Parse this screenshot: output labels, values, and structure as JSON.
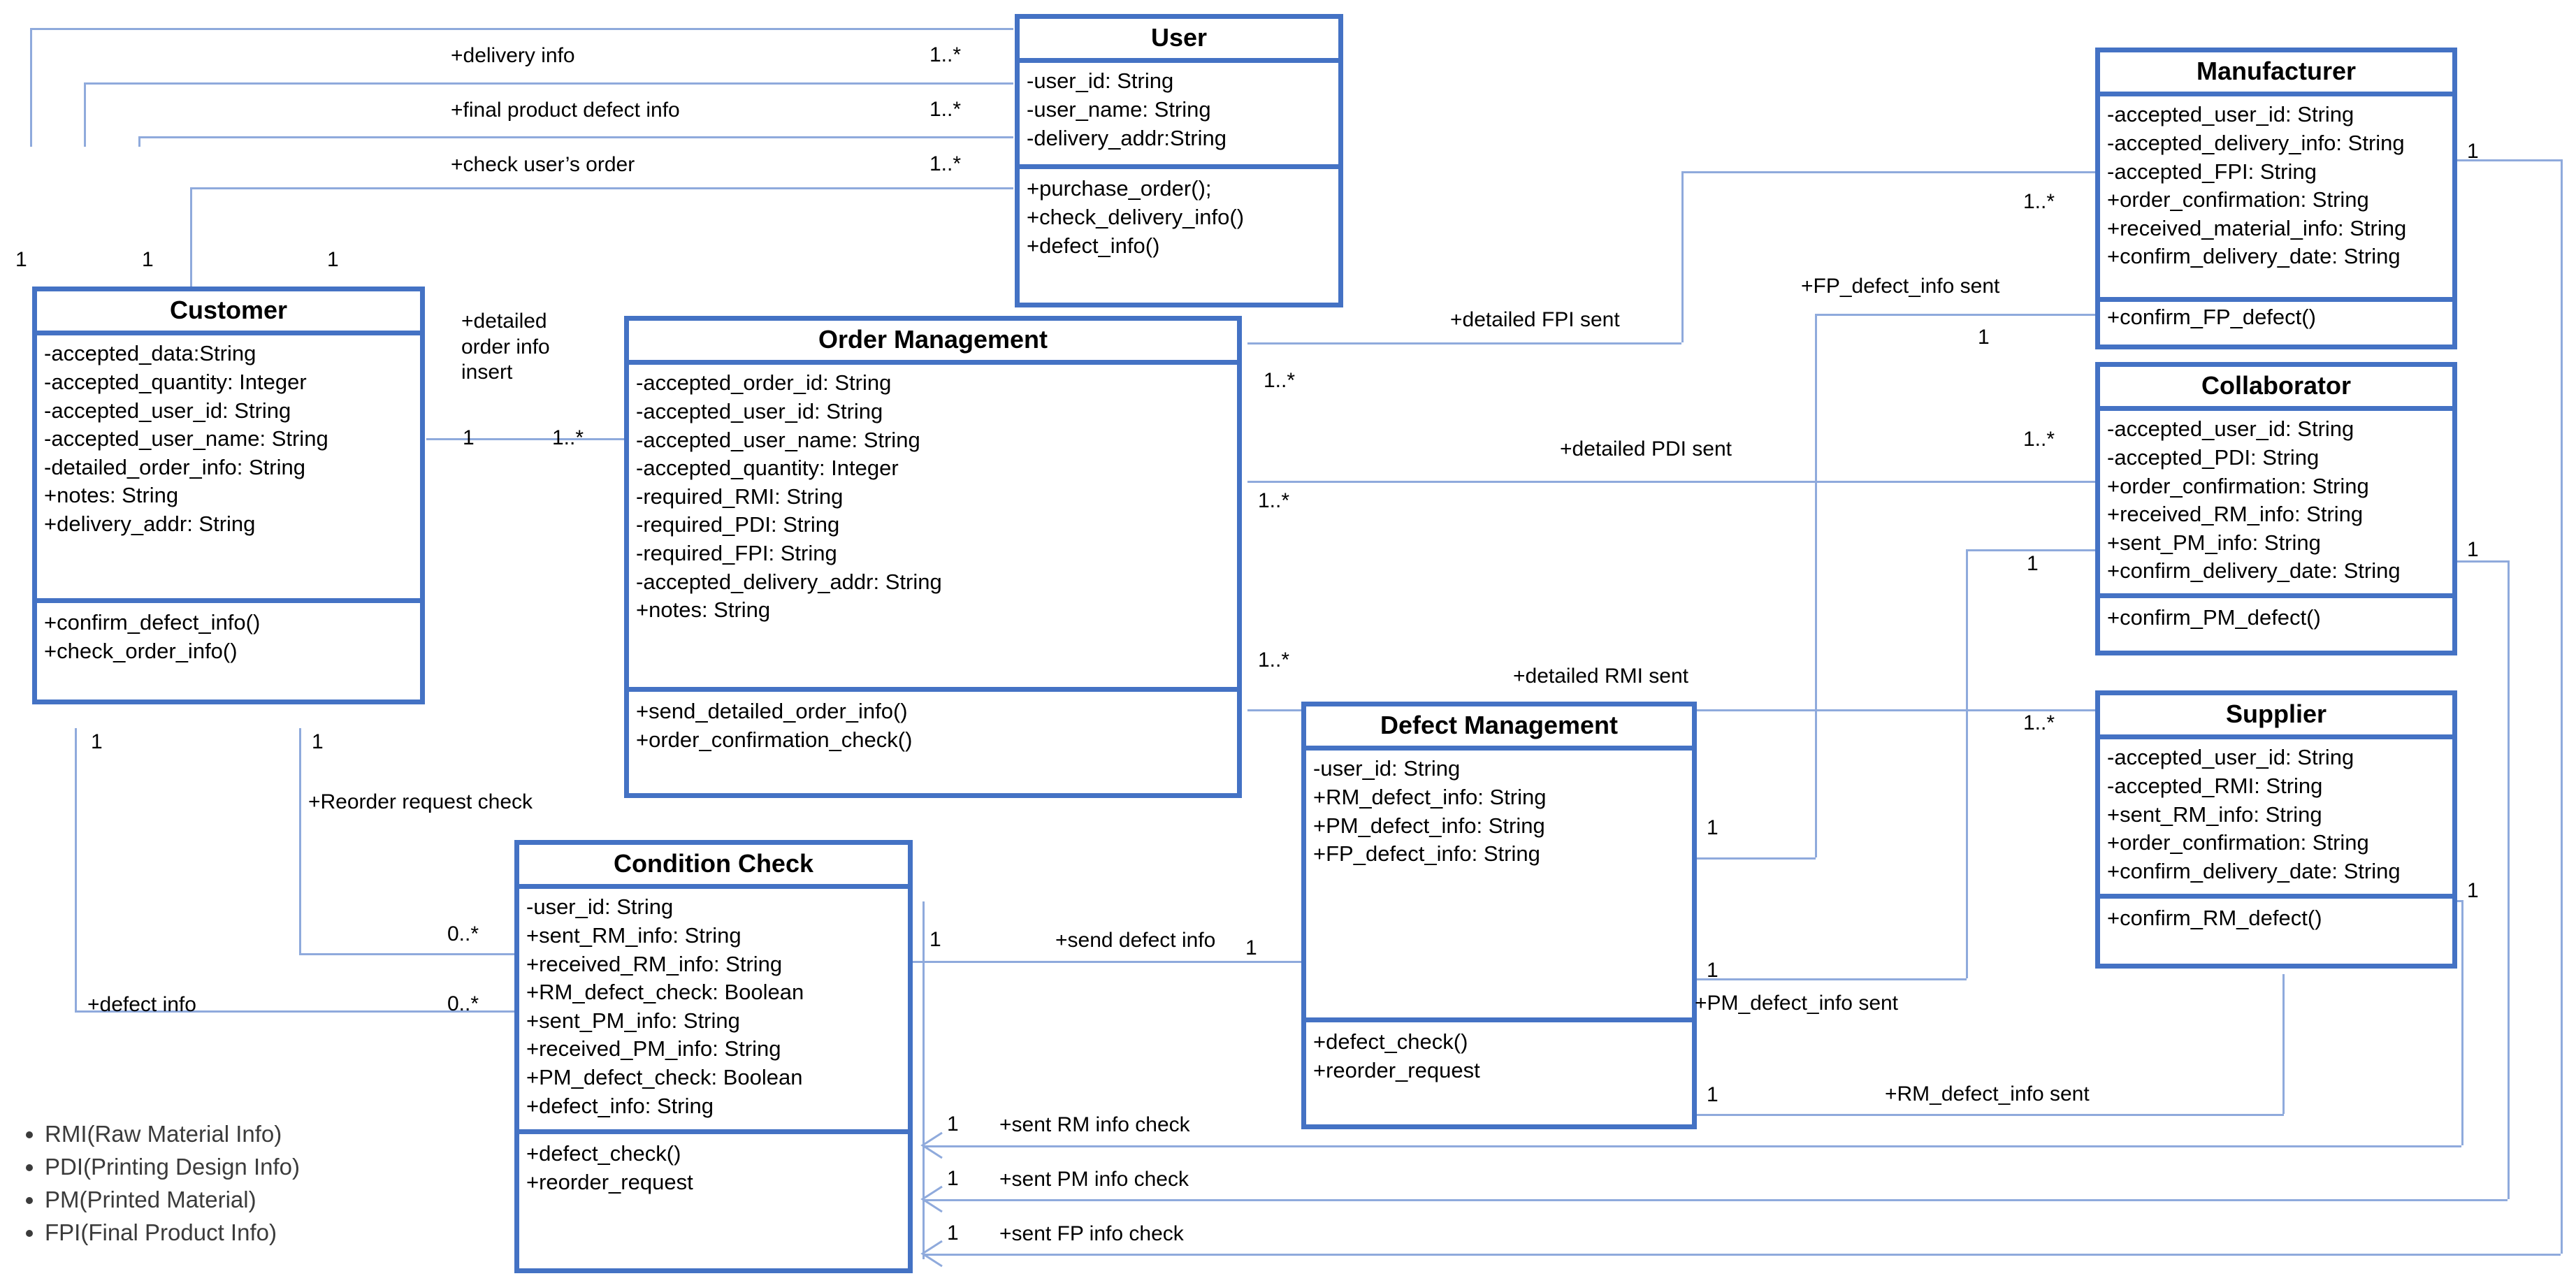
{
  "diagram": {
    "type": "uml-class-diagram",
    "accent_color": "#4472C4",
    "connector_color": "#8FAADC",
    "text_color": "#000000"
  },
  "classes": [
    {
      "key": "user",
      "name": "User",
      "attributes": [
        "-user_id: String",
        "-user_name: String",
        "-delivery_addr:String"
      ],
      "operations": [
        "+purchase_order();",
        "+check_delivery_info()",
        "+defect_info()"
      ]
    },
    {
      "key": "manufacturer",
      "name": "Manufacturer",
      "attributes": [
        "-accepted_user_id: String",
        "-accepted_delivery_info: String",
        "-accepted_FPI: String",
        "+order_confirmation: String",
        "+received_material_info: String",
        "+confirm_delivery_date: String"
      ],
      "operations": [
        "+confirm_FP_defect()"
      ]
    },
    {
      "key": "collaborator",
      "name": "Collaborator",
      "attributes": [
        "-accepted_user_id: String",
        "-accepted_PDI: String",
        "+order_confirmation: String",
        "+received_RM_info: String",
        "+sent_PM_info: String",
        "+confirm_delivery_date: String"
      ],
      "operations": [
        "+confirm_PM_defect()"
      ]
    },
    {
      "key": "supplier",
      "name": "Supplier",
      "attributes": [
        "-accepted_user_id: String",
        "-accepted_RMI: String",
        "+sent_RM_info: String",
        "+order_confirmation: String",
        "+confirm_delivery_date:  String"
      ],
      "operations": [
        "+confirm_RM_defect()"
      ]
    },
    {
      "key": "customer",
      "name": "Customer",
      "attributes": [
        "-accepted_data:String",
        "-accepted_quantity: Integer",
        "-accepted_user_id: String",
        "-accepted_user_name: String",
        "-detailed_order_info: String",
        "+notes: String",
        "+delivery_addr: String"
      ],
      "operations": [
        "+confirm_defect_info()",
        "+check_order_info()"
      ]
    },
    {
      "key": "order_management",
      "name": "Order Management",
      "attributes": [
        "-accepted_order_id: String",
        "-accepted_user_id: String",
        "-accepted_user_name: String",
        "-accepted_quantity: Integer",
        "-required_RMI: String",
        "-required_PDI: String",
        "-required_FPI: String",
        "-accepted_delivery_addr: String",
        "+notes: String"
      ],
      "operations": [
        "+send_detailed_order_info()",
        "+order_confirmation_check()"
      ]
    },
    {
      "key": "defect_management",
      "name": "Defect Management",
      "attributes": [
        "-user_id: String",
        "+RM_defect_info: String",
        "+PM_defect_info: String",
        "+FP_defect_info: String"
      ],
      "operations": [
        "+defect_check()",
        "+reorder_request"
      ]
    },
    {
      "key": "condition_check",
      "name": "Condition  Check",
      "attributes": [
        "-user_id: String",
        "+sent_RM_info: String",
        "+received_RM_info: String",
        "+RM_defect_check: Boolean",
        "+sent_PM_info: String",
        "+received_PM_info: String",
        "+PM_defect_check: Boolean",
        "+defect_info: String"
      ],
      "operations": [
        "+defect_check()",
        "+reorder_request"
      ]
    }
  ],
  "edge_labels": [
    {
      "key": "delivery_info",
      "text": "+delivery info"
    },
    {
      "key": "final_product_defect_info",
      "text": "+final product defect info"
    },
    {
      "key": "check_users_order",
      "text": "+check user’s order"
    },
    {
      "key": "detailed_order_info_insert",
      "text": "+detailed\norder info\ninsert"
    },
    {
      "key": "detailed_fpi_sent",
      "text": "+detailed FPI sent"
    },
    {
      "key": "detailed_pdi_sent",
      "text": "+detailed PDI sent"
    },
    {
      "key": "detailed_rmi_sent",
      "text": "+detailed RMI sent"
    },
    {
      "key": "fp_defect_info_sent",
      "text": "+FP_defect_info sent"
    },
    {
      "key": "pm_defect_info_sent",
      "text": "+PM_defect_info sent"
    },
    {
      "key": "rm_defect_info_sent",
      "text": "+RM_defect_info sent"
    },
    {
      "key": "reorder_request_check",
      "text": "+Reorder request check"
    },
    {
      "key": "defect_info",
      "text": "+defect info"
    },
    {
      "key": "send_defect_info",
      "text": "+send defect info"
    },
    {
      "key": "sent_rm_info_check",
      "text": "+sent RM info check"
    },
    {
      "key": "sent_pm_info_check",
      "text": "+sent PM info check"
    },
    {
      "key": "sent_fp_info_check",
      "text": "+sent FP info check"
    }
  ],
  "multiplicities": {
    "one": "1",
    "one_to_many": "1..*",
    "zero_to_many": "0..*"
  },
  "legend": {
    "items": [
      "RMI(Raw Material Info)",
      "PDI(Printing Design Info)",
      "PM(Printed Material)",
      "FPI(Final Product Info)"
    ]
  }
}
